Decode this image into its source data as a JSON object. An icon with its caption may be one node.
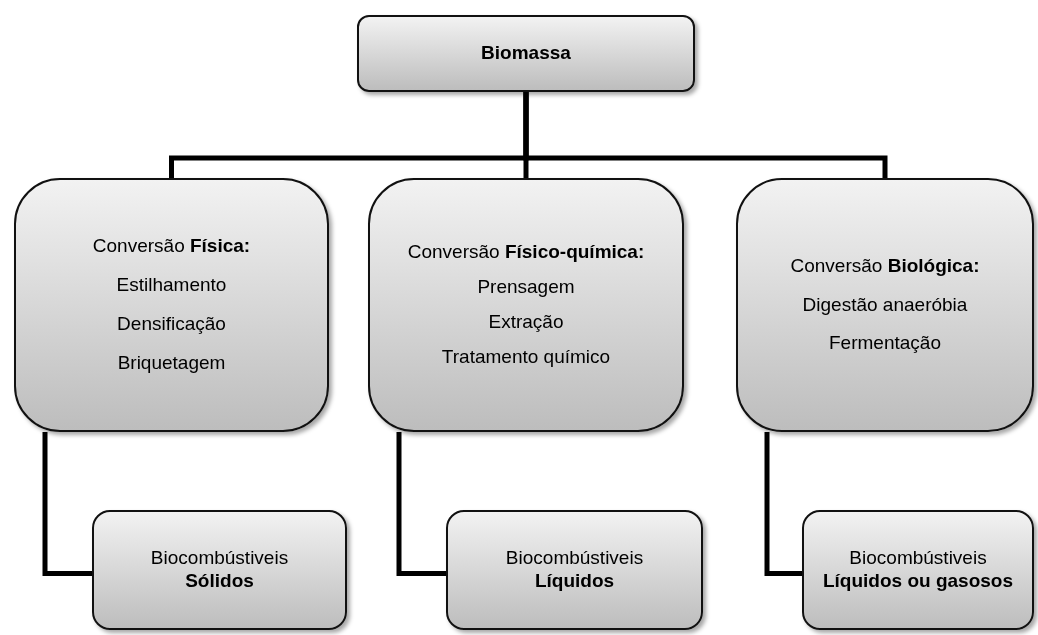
{
  "diagram": {
    "nodes": [
      {
        "text": [
          "Biomassa"
        ]
      },
      {
        "text": [
          "Conversão **Física:**",
          "Estilhamento",
          "Densificação",
          "Briquetagem"
        ]
      },
      {
        "text": [
          "Conversão **Físico-química:**",
          "Prensagem",
          "Extração",
          "Tratamento químico"
        ]
      },
      {
        "text": [
          "Conversão **Biológica:**",
          "Digestão anaeróbia",
          "Fermentação"
        ]
      },
      {
        "text": [
          "Biocombústiveis",
          "Sólidos"
        ]
      },
      {
        "text": [
          "Biocombústiveis",
          "Líquidos"
        ]
      },
      {
        "text": [
          "Biocombústiveis",
          "Líquidos ou gasosos"
        ]
      }
    ],
    "edges": [
      {
        "from": 0,
        "to": 1,
        "arrow": "none"
      },
      {
        "from": 0,
        "to": 2,
        "arrow": "none"
      },
      {
        "from": 0,
        "to": 3,
        "arrow": "none"
      },
      {
        "from": 1,
        "to": 4,
        "arrow": "none"
      },
      {
        "from": 2,
        "to": 5,
        "arrow": "none"
      },
      {
        "from": 3,
        "to": 6,
        "arrow": "none"
      }
    ]
  }
}
